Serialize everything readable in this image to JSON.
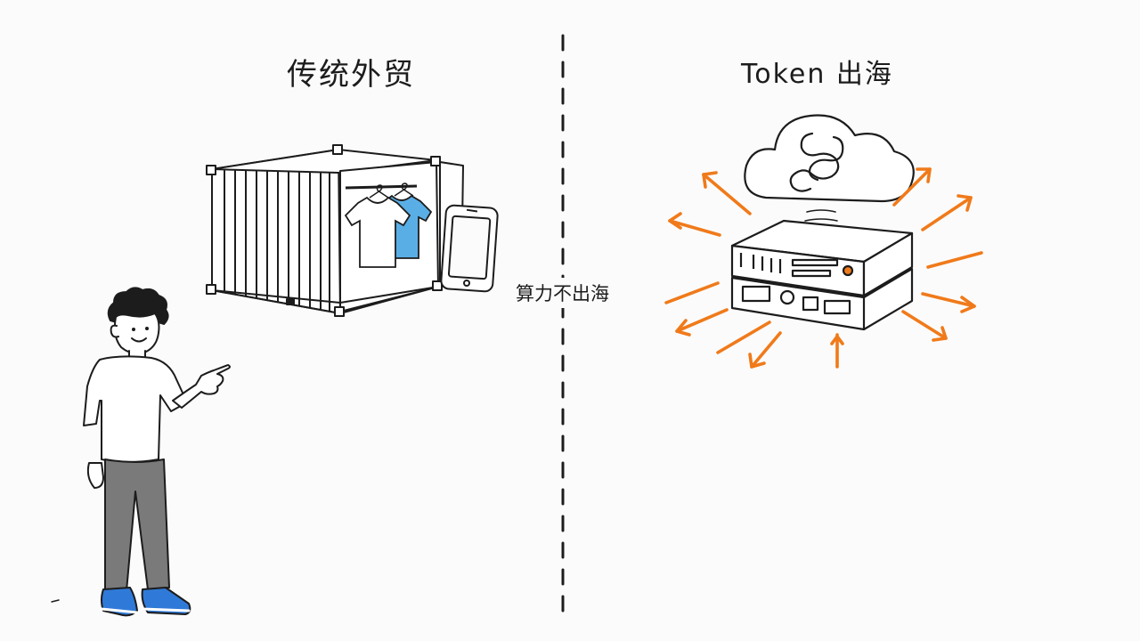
{
  "left_panel": {
    "title": "传统外贸"
  },
  "right_panel": {
    "title": "Token 出海"
  },
  "divider": {
    "label": "算力不出海"
  },
  "colors": {
    "ink": "#1c1c1c",
    "accent_orange": "#f07a1a",
    "shirt_blue": "#3a98de",
    "pants_gray": "#7a7a7a",
    "shoe_blue": "#2f7ad8"
  }
}
